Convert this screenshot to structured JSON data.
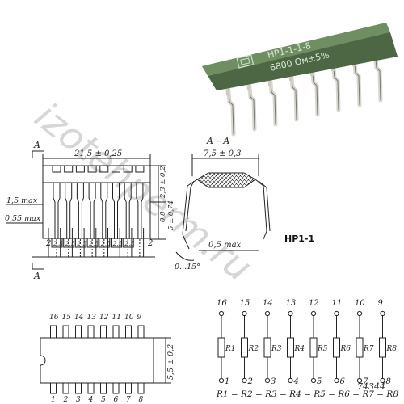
{
  "watermark": {
    "text": "izotehperm.ru",
    "color": "#c6c6c6"
  },
  "photo": {
    "chip_line1": "HP1-1-1-8",
    "chip_line2": "6800 Ом±5%",
    "body_color": "#5f7c52",
    "pin_color": "#d9d6cf"
  },
  "drawing": {
    "component_label": "HP1-1",
    "top_view": {
      "section_mark": "A",
      "length_dim": "21,5 ± 0,25",
      "lead_width_max": "1,5 max",
      "lead_thickness_max": "0,55 max",
      "pitch_labels": [
        "2",
        "2,5",
        "2,5",
        "2,5",
        "2,5",
        "2,5",
        "2,5",
        "2,5",
        "2"
      ],
      "dim_23": "2,3 ± 0,2",
      "dim_08": "0,8",
      "dim_5": "5 ± 0,74"
    },
    "section_view": {
      "title": "A – A",
      "width_dim": "7,5 ± 0,3",
      "gap_dim": "0,5 max",
      "angle_dim": "0...15°"
    },
    "pin_view": {
      "top_pins": [
        "16",
        "15",
        "14",
        "13",
        "12",
        "11",
        "10",
        "9"
      ],
      "bottom_pins": [
        "1",
        "2",
        "3",
        "4",
        "5",
        "6",
        "7",
        "8"
      ],
      "height_dim": "5,5 ± 0,2"
    },
    "schematic": {
      "top_pins": [
        "16",
        "15",
        "14",
        "13",
        "12",
        "11",
        "10",
        "9"
      ],
      "bottom_pins": [
        "1",
        "2",
        "3",
        "4",
        "5",
        "6",
        "7",
        "8"
      ],
      "resistors": [
        "R1",
        "R2",
        "R3",
        "R4",
        "R5",
        "R6",
        "R7",
        "R8"
      ],
      "equation": "R1 = R2 = R3 = R4 = R5 = R6 = R7 = R8",
      "photo_id": "74344"
    }
  }
}
